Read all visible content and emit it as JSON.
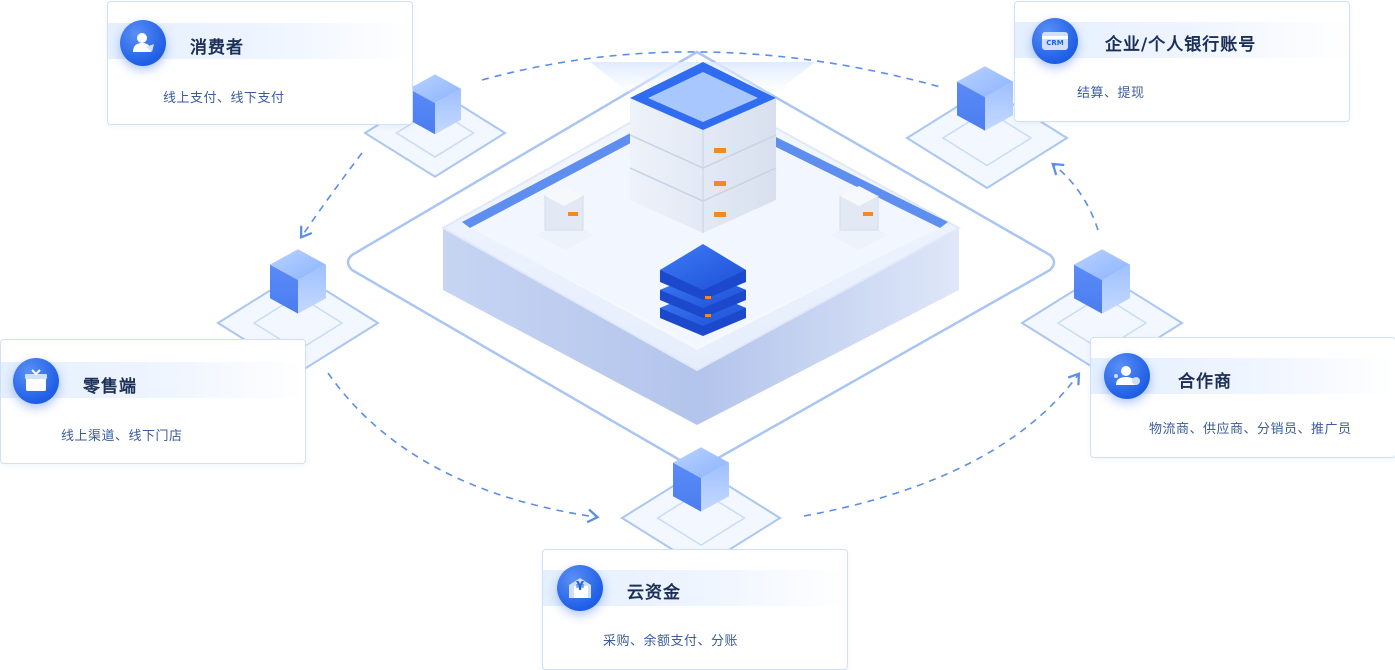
{
  "nodes": {
    "consumer": {
      "title": "消费者",
      "desc": "线上支付、线下支付",
      "icon": "user-icon"
    },
    "bank": {
      "title": "企业/个人银行账号",
      "desc": "结算、提现",
      "icon": "crm-card-icon",
      "badge": "CRM"
    },
    "retail": {
      "title": "零售端",
      "desc": "线上渠道、线下门店",
      "icon": "gift-icon"
    },
    "partner": {
      "title": "合作商",
      "desc": "物流商、供应商、分销员、推广员",
      "icon": "partner-icon"
    },
    "cloud": {
      "title": "云资金",
      "desc": "采购、余额支付、分账",
      "icon": "yuan-wallet-icon",
      "badge": "¥"
    }
  },
  "colors": {
    "accent": "#1f5fe6",
    "line": "#5b8ee6",
    "card_border": "#cfe0f7"
  }
}
